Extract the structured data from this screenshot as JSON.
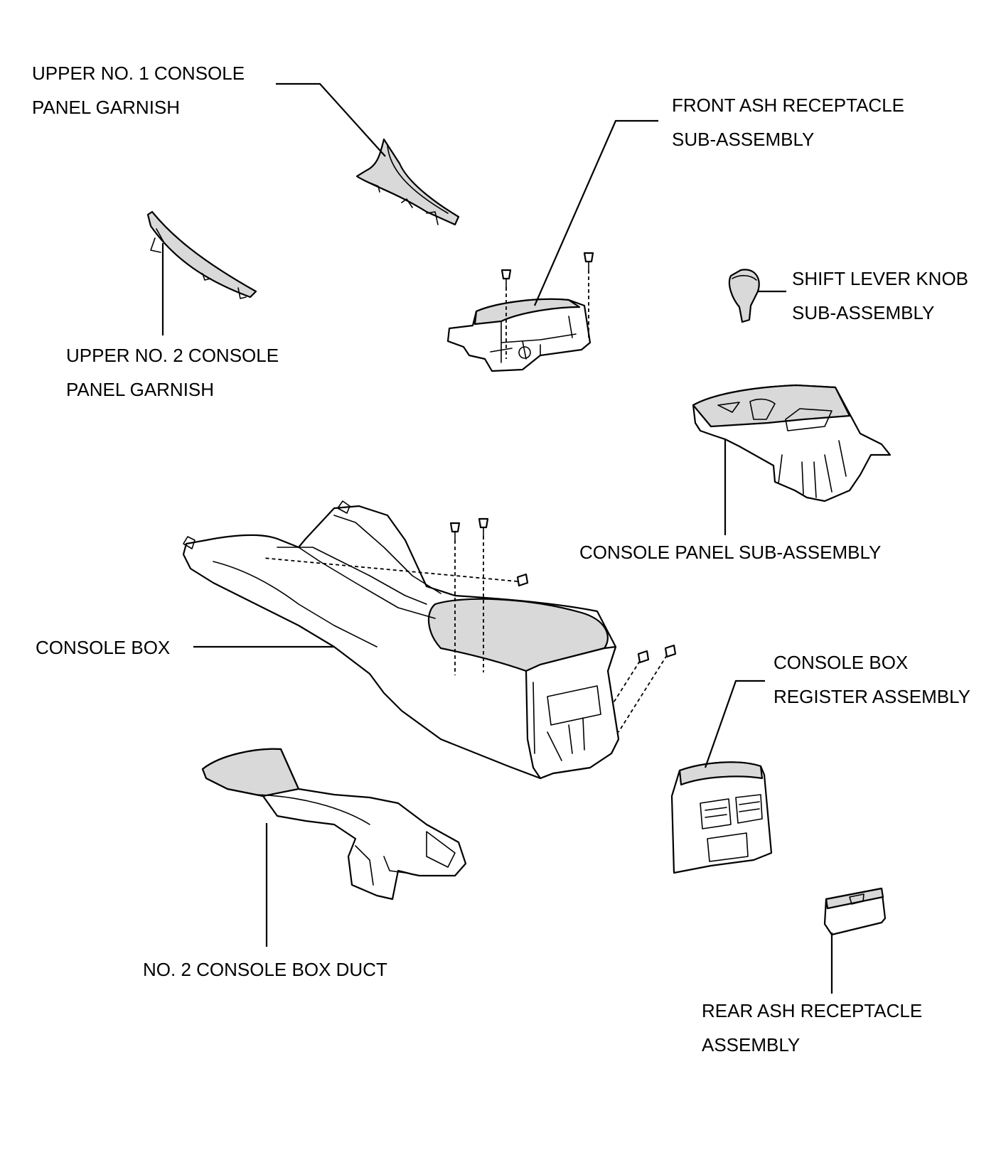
{
  "labels": {
    "upper_no1": [
      "UPPER NO. 1 CONSOLE",
      "PANEL GARNISH"
    ],
    "front_ash": [
      "FRONT ASH RECEPTACLE",
      "SUB-ASSEMBLY"
    ],
    "shift_knob": [
      "SHIFT LEVER KNOB",
      "SUB-ASSEMBLY"
    ],
    "upper_no2": [
      "UPPER NO. 2 CONSOLE",
      "PANEL GARNISH"
    ],
    "console_panel": [
      "CONSOLE PANEL SUB-ASSEMBLY"
    ],
    "console_box": [
      "CONSOLE BOX"
    ],
    "register": [
      "CONSOLE BOX",
      "REGISTER ASSEMBLY"
    ],
    "duct": [
      "NO. 2 CONSOLE BOX DUCT"
    ],
    "rear_ash": [
      "REAR ASH RECEPTACLE",
      "ASSEMBLY"
    ]
  }
}
